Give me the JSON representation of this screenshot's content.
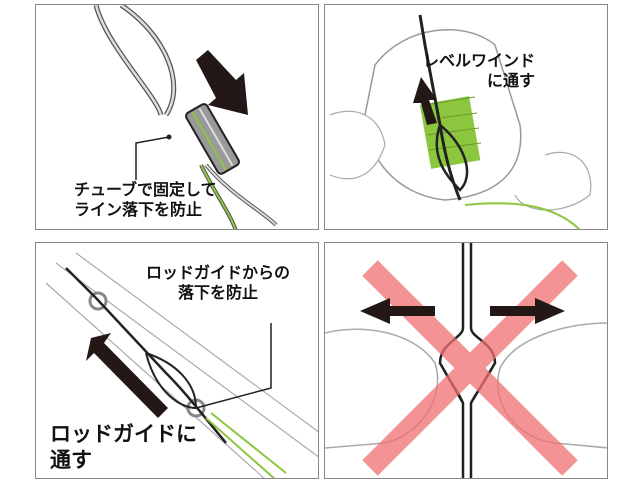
{
  "panels": [
    {
      "caption": [
        "チューブで固定して",
        "ライン落下を防止"
      ]
    },
    {
      "caption": [
        "レベルワインド",
        "に通す"
      ]
    },
    {
      "caption": [
        "ロッドガイドからの",
        "落下を防止"
      ],
      "caption2": [
        "ロッドガイドに",
        "通す"
      ]
    },
    {
      "caption": []
    }
  ],
  "colors": {
    "line_green": "#8cc63f",
    "arrow": "#231815",
    "cross": "#f07070"
  }
}
